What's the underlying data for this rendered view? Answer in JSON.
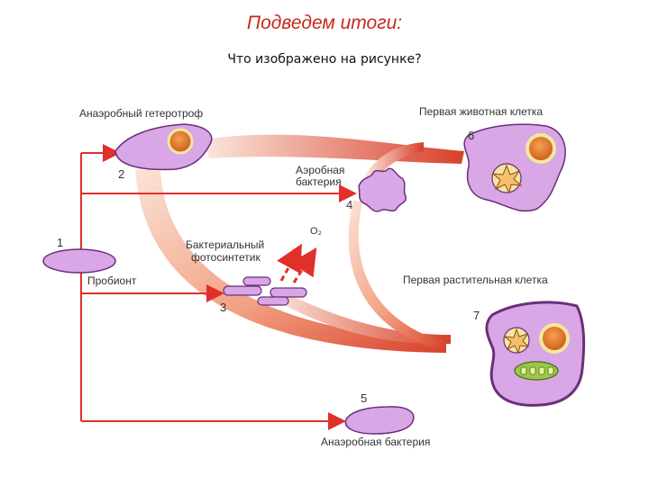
{
  "title": "Подведем итоги:",
  "subtitle": "Что изображено на рисунке?",
  "diagram": {
    "labels": {
      "anaerobic_heterotroph": "Анаэробный гетеротроф",
      "first_animal_cell": "Первая животная клетка",
      "aerobic_bacterium_line1": "Аэробная",
      "aerobic_bacterium_line2": "бактерия",
      "bacterial_photosynthetic_line1": "Бактериальный",
      "bacterial_photosynthetic_line2": "фотосинтетик",
      "oxygen": "O₂",
      "probiont": "Пробионт",
      "first_plant_cell": "Первая растительная клетка",
      "anaerobic_bacterium": "Анаэробная бактерия"
    },
    "numbers": [
      "1",
      "2",
      "3",
      "4",
      "5",
      "6",
      "7"
    ],
    "colors": {
      "cell_fill": "#d9a6e6",
      "cell_stroke": "#6a2f7a",
      "arrow_red": "#e0302a",
      "nucleus": "#e8782a",
      "nucleus_ring": "#f3e7a0",
      "mitochondrion": "#f6c06a",
      "chloroplast": "#9cc84a"
    }
  }
}
